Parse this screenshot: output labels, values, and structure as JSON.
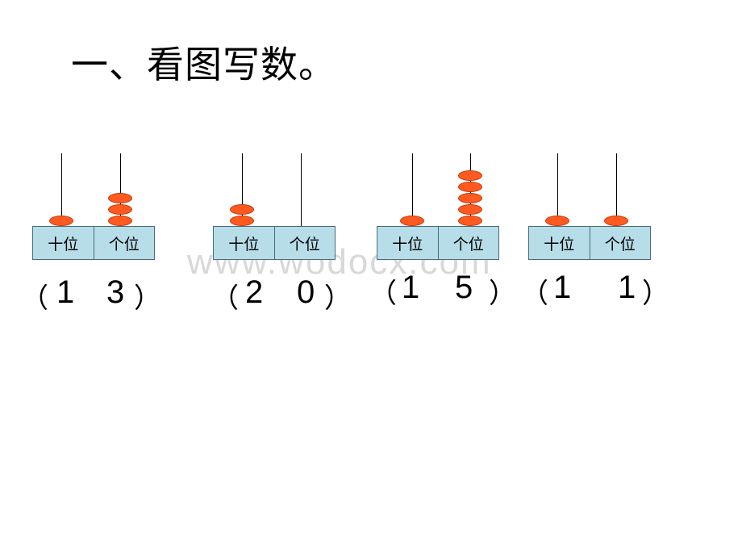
{
  "title": "一、看图写数。",
  "watermark": "www.wodocx.com",
  "labels": {
    "tens": "十位",
    "ones": "个位"
  },
  "bead_color": "#ff5a1f",
  "frame_color": "#b7dde8",
  "abacuses": [
    {
      "tens": 1,
      "ones": 3,
      "answer": {
        "open": "（",
        "tens_digit": "1",
        "ones_digit": "3",
        "close": "）"
      }
    },
    {
      "tens": 2,
      "ones": 0,
      "answer": {
        "open": "（",
        "tens_digit": "2",
        "ones_digit": "0",
        "close": "）"
      }
    },
    {
      "tens": 1,
      "ones": 5,
      "answer": {
        "open": "（",
        "tens_digit": "1",
        "ones_digit": "5",
        "close": "）"
      }
    },
    {
      "tens": 1,
      "ones": 1,
      "answer": {
        "open": "（",
        "tens_digit": "1",
        "ones_digit": "1",
        "close": "）"
      }
    }
  ]
}
